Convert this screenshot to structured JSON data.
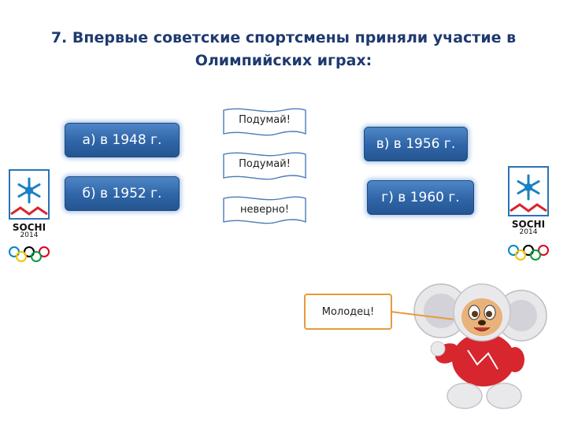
{
  "question": {
    "number": "7.",
    "text": "Впервые советские спортсмены приняли участие в Олимпийских играх:"
  },
  "answers": [
    {
      "label": "а) в 1948 г."
    },
    {
      "label": "б) в 1952 г."
    },
    {
      "label": "в) в 1956 г."
    },
    {
      "label": "г) в 1960 г."
    }
  ],
  "feedback": [
    {
      "text": "Подумай!"
    },
    {
      "text": "Подумай!"
    },
    {
      "text": "неверно!"
    }
  ],
  "bravo": "Молодец!",
  "logo": {
    "text": "SOCHI",
    "year": "2014"
  },
  "colors": {
    "button": "#2f65a8",
    "title": "#1f3a6e",
    "accent": "#e89a3a"
  }
}
